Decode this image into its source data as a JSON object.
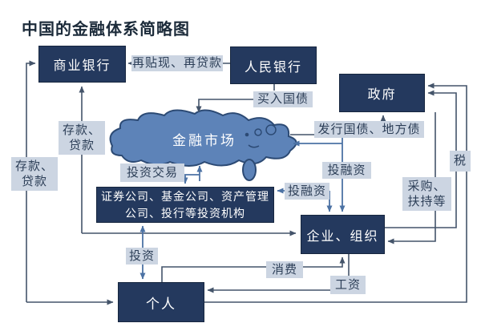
{
  "title": "中国的金融体系简略图",
  "nodes": {
    "commercial_bank": "商业银行",
    "central_bank": "人民银行",
    "government": "政府",
    "financial_market": "金融市场",
    "investment_institutions": "证券公司、基金公司、资产管理公司、投行等投资机构",
    "enterprises": "企业、组织",
    "individuals": "个人"
  },
  "edge_labels": {
    "rediscount_relend": "再贴现、再贷款",
    "buy_treasury_bonds": "买入国债",
    "deposit_loan_enterprises": "存款、\n贷款",
    "deposit_loan_individuals": "存款、\n贷款",
    "issue_bonds": "发行国债、地方债",
    "tax": "税",
    "investment_trading": "投资交易",
    "investment_financing_market": "投融资",
    "investment_financing_institutions": "投融资",
    "procurement_support": "采购、\n扶持等",
    "investment": "投资",
    "consumption": "消费",
    "wages": "工资"
  },
  "colors": {
    "node_fill": "#24395e",
    "node_text": "#ffffff",
    "label_fill": "#ccd5e2",
    "label_text": "#2c3e57",
    "line_dark": "#44546a",
    "line_blue": "#4c72a4",
    "cloud_fill": "#5d83b8",
    "cloud_stroke": "#2c4a74",
    "title_color": "#1c2b3a"
  }
}
